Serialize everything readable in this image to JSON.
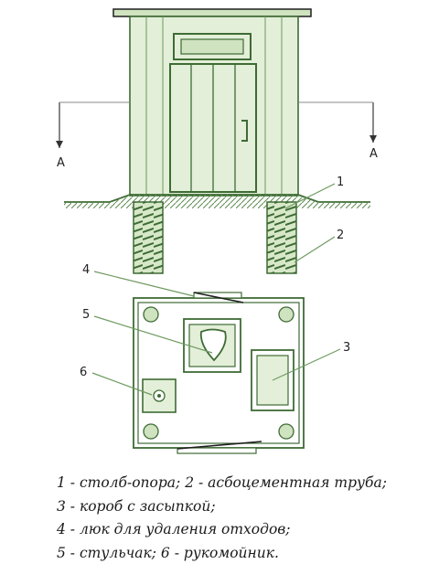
{
  "colors": {
    "stroke": "#3e6b35",
    "fill": "#cfe3c0",
    "light": "#e3efd8",
    "line": "#6e9a60",
    "dark": "#1f1f1f"
  },
  "section_mark": "A",
  "callouts": [
    "1",
    "2",
    "3",
    "4",
    "5",
    "6"
  ],
  "legend": [
    "1 - столб-опора; 2 - асбоцементная труба;",
    "3 - короб с засыпкой;",
    "4 - люк для удаления отходов;",
    "5 - стульчак; 6 - рукомойник."
  ]
}
